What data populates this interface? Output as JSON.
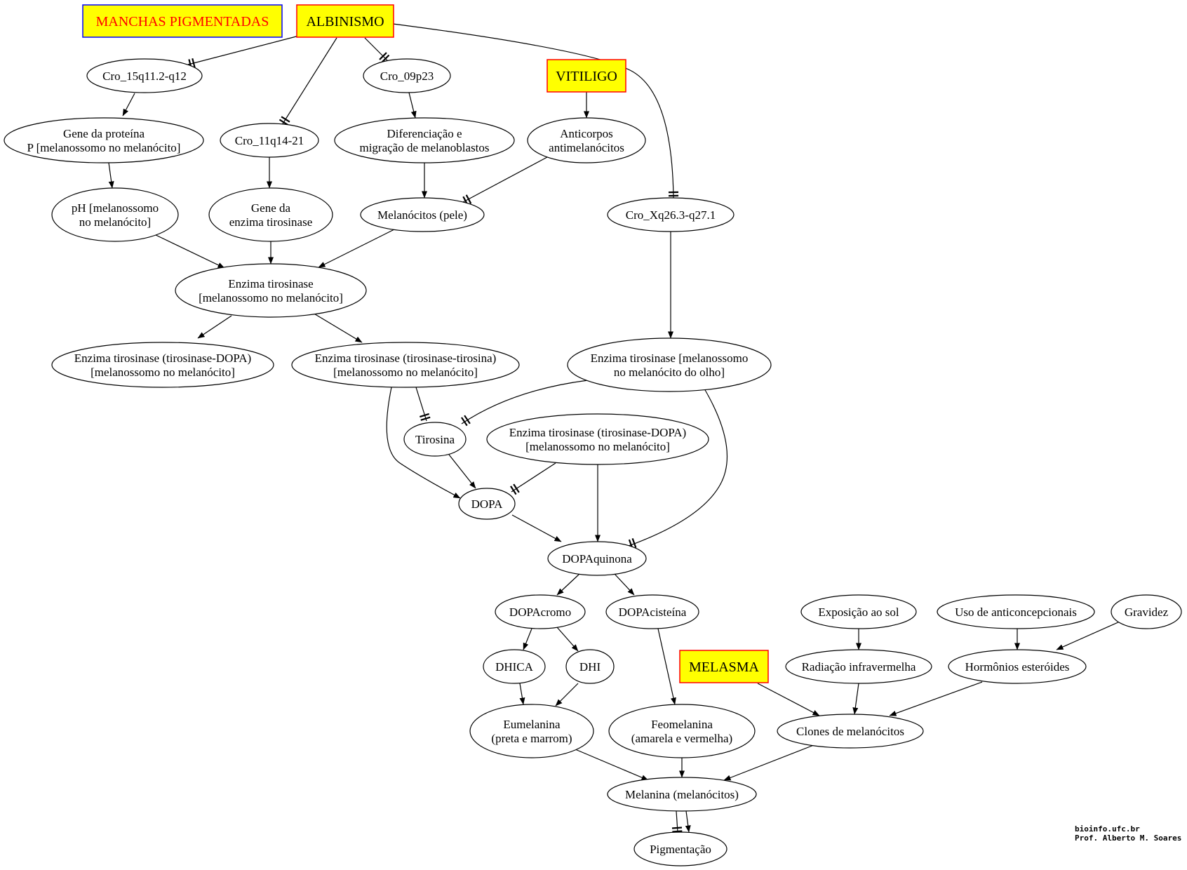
{
  "boxes": {
    "manchas": {
      "label": "MANCHAS PIGMENTADAS",
      "text_color": "#ff0000",
      "fill": "#ffff00",
      "border": "#0000ff"
    },
    "albinismo": {
      "label": "ALBINISMO",
      "text_color": "#000000",
      "fill": "#ffff00",
      "border": "#ff0000"
    },
    "vitiligo": {
      "label": "VITILIGO",
      "text_color": "#000000",
      "fill": "#ffff00",
      "border": "#ff0000"
    },
    "melasma": {
      "label": "MELASMA",
      "text_color": "#000000",
      "fill": "#ffff00",
      "border": "#ff0000"
    }
  },
  "nodes": {
    "cro15": {
      "lines": [
        "Cro_15q11.2-q12"
      ]
    },
    "cro09": {
      "lines": [
        "Cro_09p23"
      ]
    },
    "gene_p": {
      "lines": [
        "Gene da proteína",
        "P [melanossomo no melanócito]"
      ]
    },
    "cro11": {
      "lines": [
        "Cro_11q14-21"
      ]
    },
    "diferenciacao": {
      "lines": [
        "Diferenciação e",
        "migração de melanoblastos"
      ]
    },
    "anticorpos": {
      "lines": [
        "Anticorpos",
        "antimelanócitos"
      ]
    },
    "ph": {
      "lines": [
        "pH [melanossomo",
        "no melanócito]"
      ]
    },
    "gene_tir": {
      "lines": [
        "Gene da",
        "enzima tirosinase"
      ]
    },
    "melanocitos_pele": {
      "lines": [
        "Melanócitos (pele)"
      ]
    },
    "croX": {
      "lines": [
        "Cro_Xq26.3-q27.1"
      ]
    },
    "enzima_tir": {
      "lines": [
        "Enzima tirosinase",
        "[melanossomo no melanócito]"
      ]
    },
    "tir_dopa1": {
      "lines": [
        "Enzima tirosinase (tirosinase-DOPA)",
        "[melanossomo no melanócito]"
      ]
    },
    "tir_tir": {
      "lines": [
        "Enzima tirosinase (tirosinase-tirosina)",
        "[melanossomo no melanócito]"
      ]
    },
    "tir_olho": {
      "lines": [
        "Enzima tirosinase [melanossomo",
        "no melanócito do olho]"
      ]
    },
    "tirosina": {
      "lines": [
        "Tirosina"
      ]
    },
    "tir_dopa2": {
      "lines": [
        "Enzima tirosinase (tirosinase-DOPA)",
        "[melanossomo no melanócito]"
      ]
    },
    "dopa": {
      "lines": [
        "DOPA"
      ]
    },
    "dopaquinona": {
      "lines": [
        "DOPAquinona"
      ]
    },
    "dopacromo": {
      "lines": [
        "DOPAcromo"
      ]
    },
    "dopacisteina": {
      "lines": [
        "DOPAcisteína"
      ]
    },
    "exposicao": {
      "lines": [
        "Exposição ao sol"
      ]
    },
    "anticoncepcionais": {
      "lines": [
        "Uso de anticoncepcionais"
      ]
    },
    "gravidez": {
      "lines": [
        "Gravidez"
      ]
    },
    "dhica": {
      "lines": [
        "DHICA"
      ]
    },
    "dhi": {
      "lines": [
        "DHI"
      ]
    },
    "radiacao": {
      "lines": [
        "Radiação infravermelha"
      ]
    },
    "hormonios": {
      "lines": [
        "Hormônios esteróides"
      ]
    },
    "eumelanina": {
      "lines": [
        "Eumelanina",
        "(preta e marrom)"
      ]
    },
    "feomelanina": {
      "lines": [
        "Feomelanina",
        "(amarela e vermelha)"
      ]
    },
    "clones": {
      "lines": [
        "Clones de melanócitos"
      ]
    },
    "melanina": {
      "lines": [
        "Melanina (melanócitos)"
      ]
    },
    "pigmentacao": {
      "lines": [
        "Pigmentação"
      ]
    }
  },
  "edges": [
    {
      "from": "albinismo",
      "to": "cro15",
      "type": "tee"
    },
    {
      "from": "albinismo",
      "to": "cro11",
      "type": "tee"
    },
    {
      "from": "albinismo",
      "to": "cro09",
      "type": "tee"
    },
    {
      "from": "albinismo",
      "to": "croX",
      "type": "tee"
    },
    {
      "from": "cro15",
      "to": "gene_p",
      "type": "arrow"
    },
    {
      "from": "cro11",
      "to": "gene_tir",
      "type": "arrow"
    },
    {
      "from": "cro09",
      "to": "diferenciacao",
      "type": "arrow"
    },
    {
      "from": "vitiligo",
      "to": "anticorpos",
      "type": "arrow"
    },
    {
      "from": "gene_p",
      "to": "ph",
      "type": "arrow"
    },
    {
      "from": "diferenciacao",
      "to": "melanocitos_pele",
      "type": "arrow"
    },
    {
      "from": "anticorpos",
      "to": "melanocitos_pele",
      "type": "tee"
    },
    {
      "from": "ph",
      "to": "enzima_tir",
      "type": "arrow"
    },
    {
      "from": "gene_tir",
      "to": "enzima_tir",
      "type": "arrow"
    },
    {
      "from": "melanocitos_pele",
      "to": "enzima_tir",
      "type": "arrow"
    },
    {
      "from": "croX",
      "to": "tir_olho",
      "type": "arrow"
    },
    {
      "from": "enzima_tir",
      "to": "tir_dopa1",
      "type": "arrow"
    },
    {
      "from": "enzima_tir",
      "to": "tir_tir",
      "type": "arrow"
    },
    {
      "from": "tir_tir",
      "to": "tirosina",
      "type": "tee"
    },
    {
      "from": "tir_olho",
      "to": "tirosina",
      "type": "tee"
    },
    {
      "from": "tir_tir",
      "to": "dopa",
      "type": "arrow"
    },
    {
      "from": "tirosina",
      "to": "dopa",
      "type": "arrow"
    },
    {
      "from": "tir_dopa2",
      "to": "dopa",
      "type": "tee"
    },
    {
      "from": "tir_dopa2",
      "to": "dopaquinona",
      "type": "arrow"
    },
    {
      "from": "tir_olho",
      "to": "dopaquinona",
      "type": "tee"
    },
    {
      "from": "dopa",
      "to": "dopaquinona",
      "type": "arrow"
    },
    {
      "from": "dopaquinona",
      "to": "dopacromo",
      "type": "arrow"
    },
    {
      "from": "dopaquinona",
      "to": "dopacisteina",
      "type": "arrow"
    },
    {
      "from": "dopacromo",
      "to": "dhica",
      "type": "arrow"
    },
    {
      "from": "dopacromo",
      "to": "dhi",
      "type": "arrow"
    },
    {
      "from": "dhica",
      "to": "eumelanina",
      "type": "arrow"
    },
    {
      "from": "dhi",
      "to": "eumelanina",
      "type": "arrow"
    },
    {
      "from": "dopacisteina",
      "to": "feomelanina",
      "type": "arrow"
    },
    {
      "from": "exposicao",
      "to": "radiacao",
      "type": "arrow"
    },
    {
      "from": "anticoncepcionais",
      "to": "hormonios",
      "type": "arrow"
    },
    {
      "from": "gravidez",
      "to": "hormonios",
      "type": "arrow"
    },
    {
      "from": "melasma",
      "to": "clones",
      "type": "arrow"
    },
    {
      "from": "radiacao",
      "to": "clones",
      "type": "arrow"
    },
    {
      "from": "hormonios",
      "to": "clones",
      "type": "arrow"
    },
    {
      "from": "eumelanina",
      "to": "melanina",
      "type": "arrow"
    },
    {
      "from": "feomelanina",
      "to": "melanina",
      "type": "arrow"
    },
    {
      "from": "clones",
      "to": "melanina",
      "type": "arrow"
    },
    {
      "from": "melanina",
      "to": "pigmentacao",
      "type": "tee"
    },
    {
      "from": "melanina",
      "to": "pigmentacao",
      "type": "arrow"
    }
  ],
  "credit": {
    "line1": "bioinfo.ufc.br",
    "line2": "Prof. Alberto M. Soares"
  }
}
